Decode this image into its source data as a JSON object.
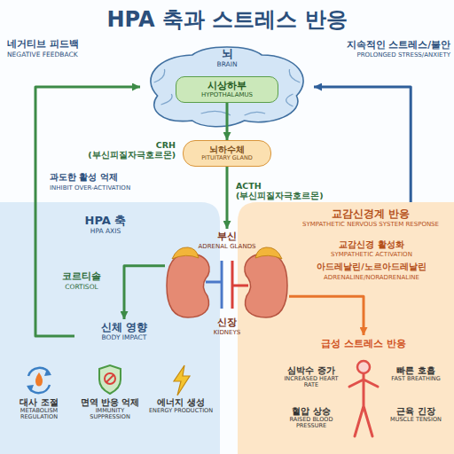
{
  "diagram": {
    "title": "HPA 축과 스트레스 반응",
    "nodes": [
      {
        "text": [
          "뇌",
          "BRAIN"
        ]
      },
      {
        "text": [
          "시상하부",
          "HYPOTHALAMUS"
        ],
        "in": 0
      },
      {
        "text": [
          "뇌하수체",
          "PITUITARY GLAND"
        ]
      },
      {
        "text": [
          "HPA 축",
          "HPA AXIS"
        ]
      },
      {
        "text": [
          "교감신경계 반응",
          "SYMPATHETIC NERVOUS SYSTEM RESPONSE"
        ]
      },
      {
        "text": [
          "부신",
          "ADRENAL GLANDS",
          "신장",
          "KIDNEYS"
        ]
      },
      {
        "text": [
          "신체 영향",
          "BODY IMPACT"
        ],
        "in": 3
      },
      {
        "text": [
          "대사 조절",
          "METABOLISM REGULATION"
        ],
        "in": 3
      },
      {
        "text": [
          "면역 반응 억제",
          "IMMUNITY SUPPRESSION"
        ],
        "in": 3
      },
      {
        "text": [
          "에너지 생성",
          "ENERGY PRODUCTION"
        ],
        "in": 3
      },
      {
        "text": [
          "급성 스트레스 반응"
        ],
        "in": 4
      },
      {
        "text": [
          "심박수 증가",
          "INCREASED HEART RATE"
        ],
        "in": 10
      },
      {
        "text": [
          "빠른 호흡",
          "FAST BREATHING"
        ],
        "in": 10
      },
      {
        "text": [
          "혈압 상승",
          "RAISED BLOOD PRESSURE"
        ],
        "in": 10
      },
      {
        "text": [
          "근육 긴장",
          "MUSCLE TENSION"
        ],
        "in": 10
      }
    ],
    "edges": [
      {
        "from": 1,
        "to": 2,
        "arrow": "to",
        "label": "CRH (부신피질자극호르몬)"
      },
      {
        "from": 2,
        "to": 5,
        "arrow": "to",
        "label": "ACTH (부신피질자극호르몬)"
      },
      {
        "from": 5,
        "to": 6,
        "arrow": "to"
      },
      {
        "from": 6,
        "to": 0,
        "arrow": "to"
      },
      {
        "from": 5,
        "to": 10,
        "arrow": "to"
      },
      {
        "from": 4,
        "to": 0,
        "arrow": "to"
      }
    ],
    "labels": [
      "네거티브 피드백",
      "NEGATIVE FEEDBACK",
      "과도한 활성 억제",
      "INHIBIT OVER-ACTIVATION",
      "지속적인 스트레스/불안",
      "PROLONGED STRESS/ANXIETY",
      "코르티솔",
      "CORTISOL",
      "교감신경 활성화",
      "SYMPATHETIC ACTIVATION",
      "아드레날린/노르아드레날린",
      "ADRENALINE/NORADRENALINE"
    ]
  }
}
